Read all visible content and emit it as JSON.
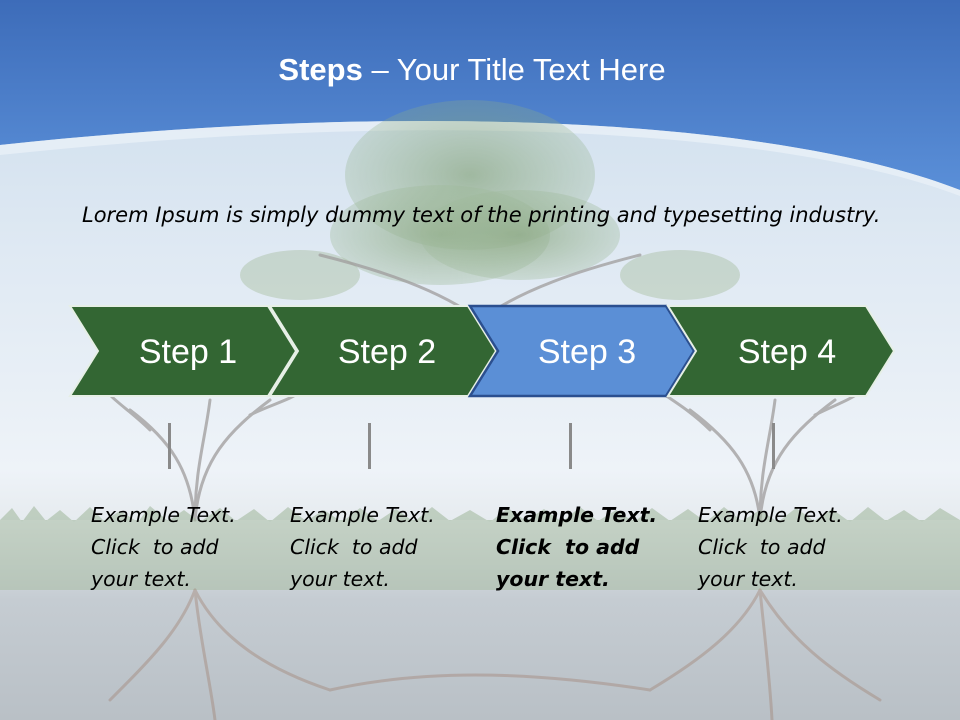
{
  "slide": {
    "title_bold": "Steps",
    "title_rest": " – Your Title Text Here",
    "intro_text": "Lorem Ipsum is simply dummy text of the printing and typesetting industry."
  },
  "steps": [
    {
      "label": "Step 1",
      "color": "#336633",
      "active": false
    },
    {
      "label": "Step 2",
      "color": "#336633",
      "active": false
    },
    {
      "label": "Step 3",
      "color": "#5b8fd6",
      "active": true
    },
    {
      "label": "Step 4",
      "color": "#336633",
      "active": false
    }
  ],
  "notes": [
    {
      "line1": "Example Text.",
      "line2": "Click  to add",
      "line3": "your text."
    },
    {
      "line1": "Example Text.",
      "line2": "Click  to add",
      "line3": "your text."
    },
    {
      "line1": "Example Text.",
      "line2": "Click  to add",
      "line3": "your text."
    },
    {
      "line1": "Example Text.",
      "line2": "Click  to add",
      "line3": "your text."
    }
  ],
  "colors": {
    "header_blue": "#3f6fbd",
    "step_green": "#336633",
    "step_active": "#5b8fd6"
  }
}
